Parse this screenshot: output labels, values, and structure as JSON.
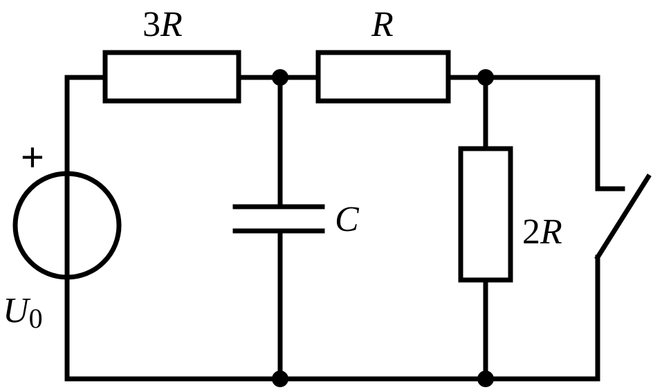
{
  "circuit": {
    "resistor_top_left": {
      "coef": "3",
      "sym": "R"
    },
    "resistor_top_right": {
      "coef": "",
      "sym": "R"
    },
    "resistor_vertical": {
      "coef": "2",
      "sym": "R"
    },
    "capacitor": {
      "sym": "C"
    },
    "source": {
      "sym": "U",
      "sub": "0",
      "polarity": "+"
    }
  }
}
